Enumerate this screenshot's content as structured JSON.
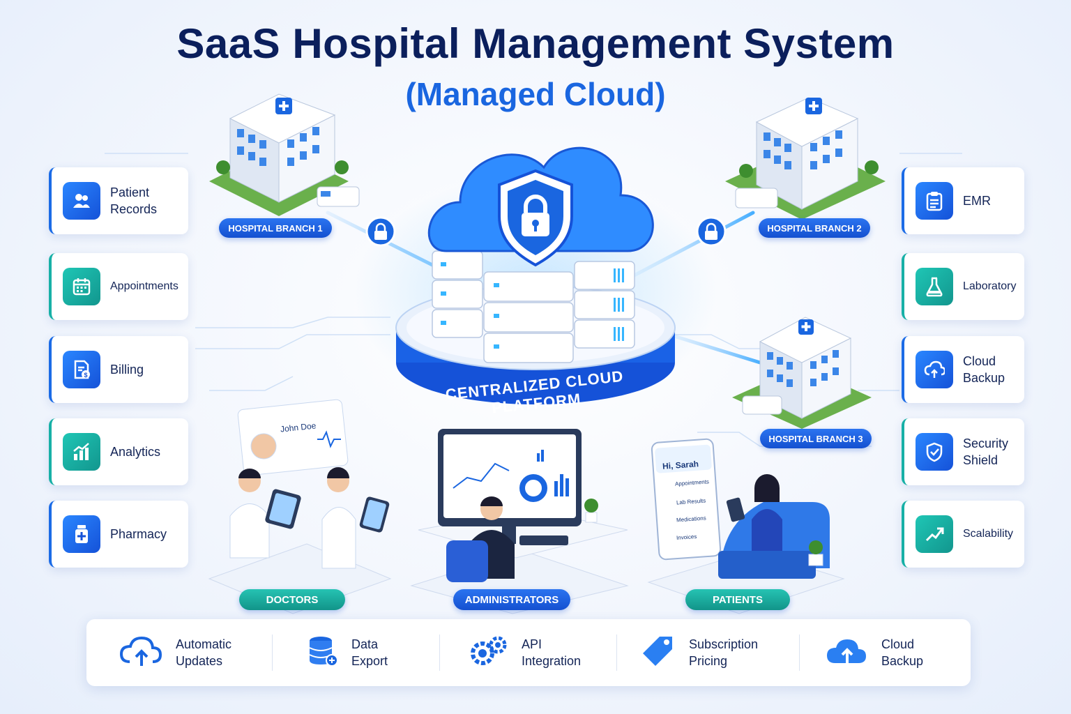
{
  "header": {
    "title": "SaaS Hospital Management System",
    "subtitle": "(Managed Cloud)"
  },
  "center": {
    "platform_label": "CENTRALIZED CLOUD PLATFORM"
  },
  "branches": [
    {
      "label": "HOSPITAL BRANCH 1"
    },
    {
      "label": "HOSPITAL BRANCH 2"
    },
    {
      "label": "HOSPITAL BRANCH 3"
    }
  ],
  "left_modules": [
    {
      "label": "Patient Records",
      "icon": "patient-records-icon"
    },
    {
      "label": "Appointments",
      "icon": "calendar-icon"
    },
    {
      "label": "Billing",
      "icon": "billing-icon"
    },
    {
      "label": "Analytics",
      "icon": "analytics-icon"
    },
    {
      "label": "Pharmacy",
      "icon": "pharmacy-icon"
    }
  ],
  "right_modules": [
    {
      "label": "EMR",
      "icon": "clipboard-icon"
    },
    {
      "label": "Laboratory",
      "icon": "flask-icon"
    },
    {
      "label": "Cloud Backup",
      "icon": "cloud-backup-icon"
    },
    {
      "label": "Security Shield",
      "icon": "shield-icon"
    },
    {
      "label": "Scalability",
      "icon": "trend-up-icon"
    }
  ],
  "users": [
    {
      "label": "DOCTORS"
    },
    {
      "label": "ADMINISTRATORS"
    },
    {
      "label": "PATIENTS"
    }
  ],
  "doctor_card": {
    "name": "John Doe"
  },
  "patient_phone": {
    "greeting": "Hi, Sarah",
    "items": [
      "Appointments",
      "Lab Results",
      "Medications",
      "Invoices"
    ]
  },
  "features": [
    {
      "label": "Automatic Updates",
      "icon": "cloud-upload-icon"
    },
    {
      "label": "Data Export",
      "icon": "database-icon"
    },
    {
      "label": "API Integration",
      "icon": "gears-icon"
    },
    {
      "label": "Subscription Pricing",
      "icon": "price-tag-icon"
    },
    {
      "label": "Cloud Backup",
      "icon": "cloud-backup-icon"
    }
  ],
  "colors": {
    "primary": "#1a66e0",
    "navy": "#0b1f5c",
    "teal": "#17b0a6"
  }
}
